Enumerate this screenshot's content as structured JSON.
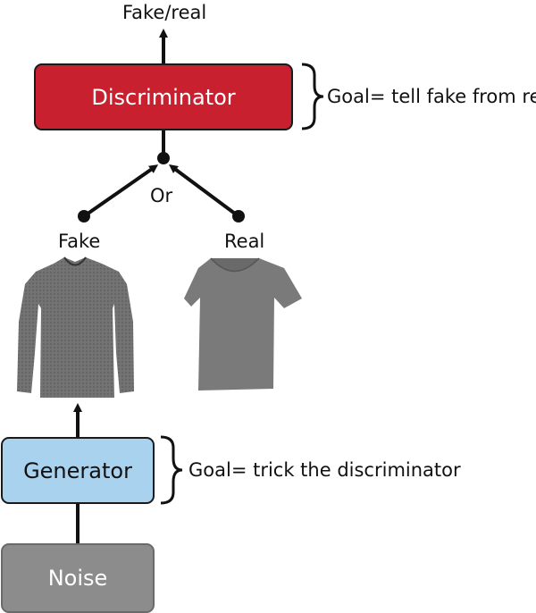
{
  "output_label": "Fake/real",
  "discriminator": {
    "label": "Discriminator",
    "goal": "Goal= tell fake from real",
    "color": "#c8202f"
  },
  "junction_label": "Or",
  "inputs": {
    "fake_label": "Fake",
    "real_label": "Real"
  },
  "images": {
    "fake": "long-sleeve-shirt",
    "real": "t-shirt"
  },
  "generator": {
    "label": "Generator",
    "goal": "Goal= trick the discriminator",
    "color": "#a9d2ee"
  },
  "noise": {
    "label": "Noise",
    "color": "#8c8c8c"
  }
}
